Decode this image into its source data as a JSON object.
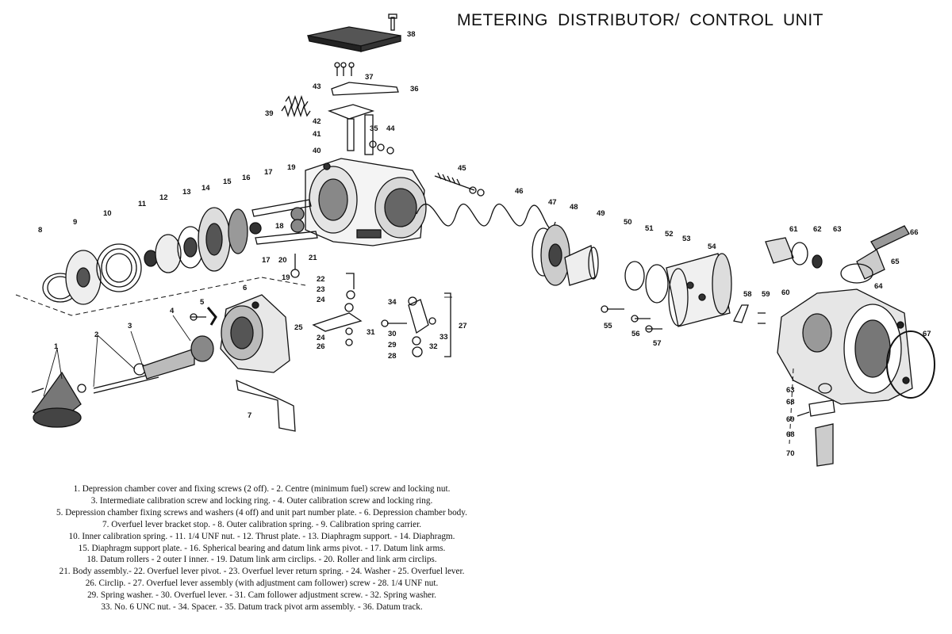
{
  "title": "METERING  DISTRIBUTOR/ CONTROL  UNIT",
  "part_numbers": [
    "1",
    "2",
    "3",
    "4",
    "5",
    "6",
    "7",
    "8",
    "9",
    "10",
    "11",
    "12",
    "13",
    "14",
    "15",
    "16",
    "17",
    "17",
    "18",
    "19",
    "19",
    "20",
    "21",
    "22",
    "23",
    "24",
    "24",
    "25",
    "26",
    "27",
    "28",
    "29",
    "30",
    "31",
    "32",
    "33",
    "34",
    "35",
    "36",
    "37",
    "38",
    "39",
    "40",
    "41",
    "42",
    "43",
    "44",
    "45",
    "46",
    "47",
    "48",
    "49",
    "50",
    "51",
    "52",
    "53",
    "54",
    "55",
    "56",
    "57",
    "58",
    "59",
    "60",
    "61",
    "62",
    "63",
    "63",
    "64",
    "65",
    "66",
    "67",
    "68",
    "68",
    "69",
    "70"
  ],
  "legend": [
    "1. Depression chamber cover and fixing screws (2 off). - 2. Centre (minimum fuel) screw and locking nut.",
    "3. Intermediate calibration screw and locking ring.  - 4. Outer calibration screw and locking ring.",
    "5. Depression chamber fixing screws and washers (4 off) and unit part number plate. - 6. Depression chamber body.",
    "7. Overfuel lever bracket stop. - 8. Outer calibration spring. - 9. Calibration spring carrier.",
    "10. Inner calibration spring. - 11. 1/4 UNF nut. - 12. Thrust plate.  - 13. Diaphragm support. - 14. Diaphragm.",
    "15. Diaphragm support plate. - 16. Spherical bearing and datum link arms pivot. - 17. Datum link arms.",
    "18. Datum rollers - 2 outer I inner. - 19. Datum link arm circlips. - 20. Roller and link arm circlips.",
    "21. Body assembly.- 22. Overfuel lever pivot.  - 23. Overfuel lever return spring. - 24. Washer - 25. Overfuel lever.",
    "26. Circlip. - 27. Overfuel lever assembly (with adjustment cam follower) screw  - 28. 1/4 UNF nut.",
    "29. Spring washer. - 30. Overfuel lever. - 31. Cam follower adjustment screw. - 32. Spring washer.",
    "33. No. 6 UNC nut.  - 34. Spacer. - 35. Datum track pivot arm assembly. - 36. Datum track."
  ]
}
